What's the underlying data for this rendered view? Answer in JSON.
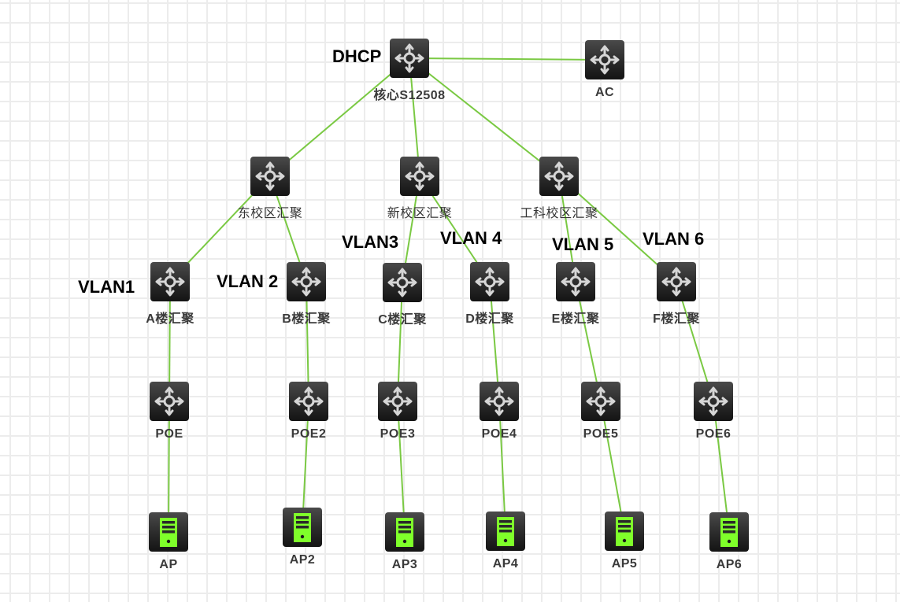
{
  "diagram": {
    "type": "network-topology",
    "colors": {
      "link": "#7ac943",
      "device_icon": "#2b2b2b",
      "ap_accent": "#7fff2a",
      "grid": "#ececec"
    },
    "nodes": [
      {
        "id": "core",
        "label": "核心S12508",
        "icon": "switch-icon"
      },
      {
        "id": "ac",
        "label": "AC",
        "icon": "switch-icon"
      },
      {
        "id": "east",
        "label": "东校区汇聚",
        "icon": "switch-icon"
      },
      {
        "id": "new",
        "label": "新校区汇聚",
        "icon": "switch-icon"
      },
      {
        "id": "eng",
        "label": "工科校区汇聚",
        "icon": "switch-icon"
      },
      {
        "id": "a",
        "label": "A楼汇聚",
        "icon": "switch-icon"
      },
      {
        "id": "b",
        "label": "B楼汇聚",
        "icon": "switch-icon"
      },
      {
        "id": "c",
        "label": "C楼汇聚",
        "icon": "switch-icon"
      },
      {
        "id": "d",
        "label": "D楼汇聚",
        "icon": "switch-icon"
      },
      {
        "id": "e",
        "label": "E楼汇聚",
        "icon": "switch-icon"
      },
      {
        "id": "f",
        "label": "F楼汇聚",
        "icon": "switch-icon"
      },
      {
        "id": "poe1",
        "label": "POE",
        "icon": "switch-icon"
      },
      {
        "id": "poe2",
        "label": "POE2",
        "icon": "switch-icon"
      },
      {
        "id": "poe3",
        "label": "POE3",
        "icon": "switch-icon"
      },
      {
        "id": "poe4",
        "label": "POE4",
        "icon": "switch-icon"
      },
      {
        "id": "poe5",
        "label": "POE5",
        "icon": "switch-icon"
      },
      {
        "id": "poe6",
        "label": "POE6",
        "icon": "switch-icon"
      },
      {
        "id": "ap1",
        "label": "AP",
        "icon": "server-icon"
      },
      {
        "id": "ap2",
        "label": "AP2",
        "icon": "server-icon"
      },
      {
        "id": "ap3",
        "label": "AP3",
        "icon": "server-icon"
      },
      {
        "id": "ap4",
        "label": "AP4",
        "icon": "server-icon"
      },
      {
        "id": "ap5",
        "label": "AP5",
        "icon": "server-icon"
      },
      {
        "id": "ap6",
        "label": "AP6",
        "icon": "server-icon"
      }
    ],
    "links": [
      [
        "core",
        "ac"
      ],
      [
        "core",
        "east"
      ],
      [
        "core",
        "new"
      ],
      [
        "core",
        "eng"
      ],
      [
        "east",
        "a"
      ],
      [
        "east",
        "b"
      ],
      [
        "new",
        "c"
      ],
      [
        "new",
        "d"
      ],
      [
        "eng",
        "e"
      ],
      [
        "eng",
        "f"
      ],
      [
        "a",
        "poe1"
      ],
      [
        "b",
        "poe2"
      ],
      [
        "c",
        "poe3"
      ],
      [
        "d",
        "poe4"
      ],
      [
        "e",
        "poe5"
      ],
      [
        "f",
        "poe6"
      ],
      [
        "poe1",
        "ap1"
      ],
      [
        "poe2",
        "ap2"
      ],
      [
        "poe3",
        "ap3"
      ],
      [
        "poe4",
        "ap4"
      ],
      [
        "poe5",
        "ap5"
      ],
      [
        "poe6",
        "ap6"
      ]
    ],
    "annotations": {
      "dhcp": "DHCP",
      "vlan1": "VLAN1",
      "vlan2": "VLAN 2",
      "vlan3": "VLAN3",
      "vlan4": "VLAN 4",
      "vlan5": "VLAN 5",
      "vlan6": "VLAN 6"
    }
  }
}
